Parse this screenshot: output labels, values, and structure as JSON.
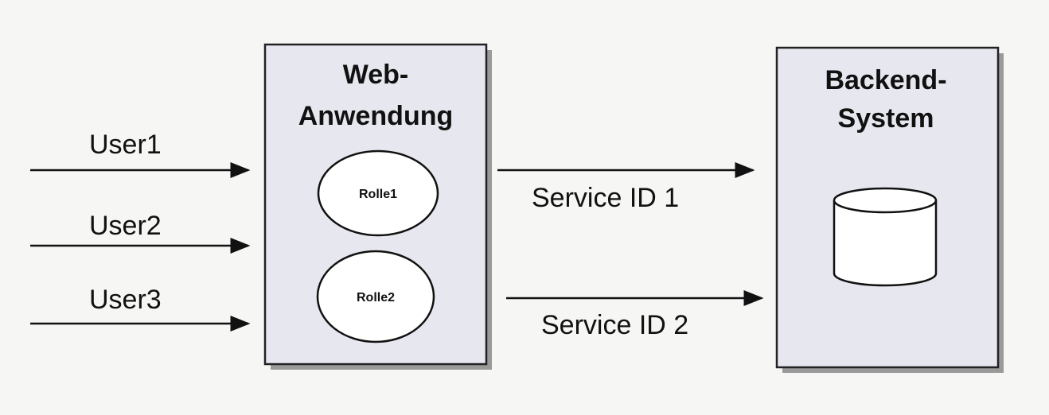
{
  "web_app": {
    "title_line1": "Web-",
    "title_line2": "Anwendung",
    "roles": [
      "Rolle1",
      "Rolle2"
    ]
  },
  "backend": {
    "title_line1": "Backend-",
    "title_line2": "System",
    "icon": "database-icon"
  },
  "users": [
    "User1",
    "User2",
    "User3"
  ],
  "connections": [
    "Service ID 1",
    "Service ID 2"
  ],
  "colors": {
    "background": "#f6f6f4",
    "box_fill": "#e7e8ef",
    "box_stroke": "#222222",
    "shadow": "#9a9a9a",
    "line": "#111111"
  }
}
